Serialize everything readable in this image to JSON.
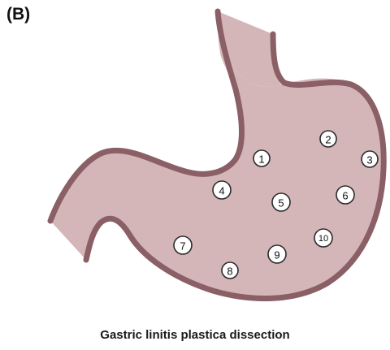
{
  "panel_label": "(B)",
  "caption": "Gastric linitis plastica dissection",
  "colors": {
    "stomach_fill": "#d4b6b8",
    "stomach_outline": "#8a5f66"
  },
  "markers": [
    {
      "label": "1"
    },
    {
      "label": "2"
    },
    {
      "label": "3"
    },
    {
      "label": "4"
    },
    {
      "label": "5"
    },
    {
      "label": "6"
    },
    {
      "label": "7"
    },
    {
      "label": "8"
    },
    {
      "label": "9"
    },
    {
      "label": "10"
    }
  ]
}
